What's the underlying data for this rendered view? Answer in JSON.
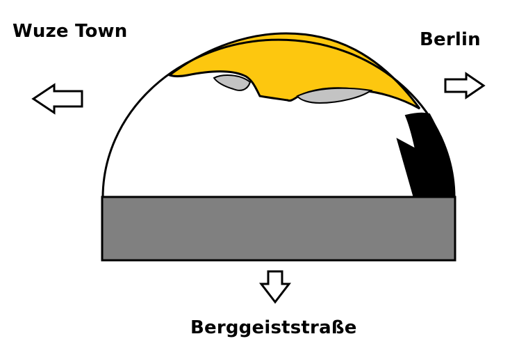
{
  "directions": {
    "west": {
      "label": "Wuze Town",
      "icon": "arrow-left-icon"
    },
    "east": {
      "label": "Berlin",
      "icon": "arrow-right-icon"
    },
    "south": {
      "label": "Berggeiststraße",
      "icon": "arrow-down-icon"
    }
  },
  "colors": {
    "background": "#ffffff",
    "outline": "#000000",
    "roof": "#fdc70f",
    "floor": "#808080",
    "roof_patches": "#c3c3c3",
    "shadow": "#000000"
  }
}
